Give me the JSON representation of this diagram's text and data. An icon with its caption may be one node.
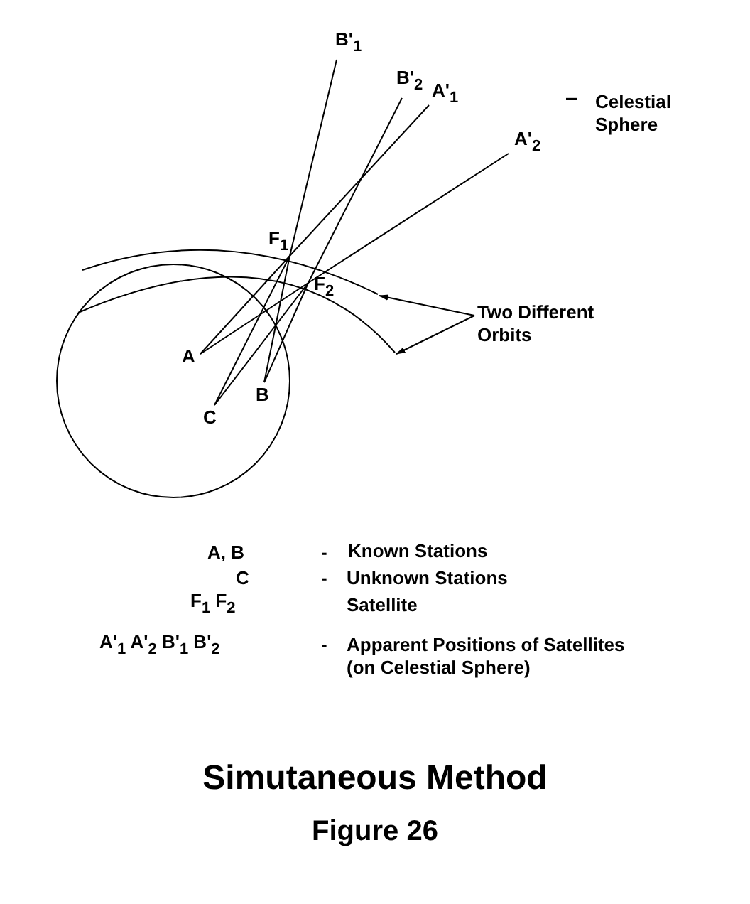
{
  "diagram": {
    "title": "Simutaneous Method",
    "caption": "Figure 26",
    "nodes": [
      {
        "text": [
          "B'$_{1}$"
        ]
      },
      {
        "text": [
          "B'$_{2}$"
        ]
      },
      {
        "text": [
          "A'$_{1}$"
        ]
      },
      {
        "text": [
          "A'$_{2}$"
        ]
      },
      {
        "text": [
          "F$_{1}$"
        ]
      },
      {
        "text": [
          "F$_{2}$"
        ]
      },
      {
        "text": [
          "A"
        ]
      },
      {
        "text": [
          "B"
        ]
      },
      {
        "text": [
          "C"
        ]
      },
      {
        "text": [
          "Two Different Orbits"
        ]
      },
      {
        "text": [],
        "shape": "arc"
      },
      {
        "text": [],
        "shape": "arc"
      }
    ],
    "edges": [
      {
        "from": 6,
        "to": 4,
        "arrow": "none"
      },
      {
        "from": 4,
        "to": 2,
        "arrow": "none"
      },
      {
        "from": 6,
        "to": 5,
        "arrow": "none"
      },
      {
        "from": 5,
        "to": 3,
        "arrow": "none"
      },
      {
        "from": 7,
        "to": 4,
        "arrow": "none"
      },
      {
        "from": 4,
        "to": 0,
        "arrow": "none"
      },
      {
        "from": 7,
        "to": 5,
        "arrow": "none"
      },
      {
        "from": 5,
        "to": 1,
        "arrow": "none"
      },
      {
        "from": 8,
        "to": 4,
        "arrow": "none"
      },
      {
        "from": 8,
        "to": 5,
        "arrow": "none"
      },
      {
        "from": 9,
        "to": 10,
        "arrow": "to"
      },
      {
        "from": 9,
        "to": 11,
        "arrow": "to"
      }
    ],
    "labels": [
      "–",
      "Celestial Sphere",
      "A, B",
      "-",
      "Known Stations",
      "C",
      "-",
      "Unknown Stations",
      "F$_{1}$  F$_{2}$",
      "Satellite",
      "A'$_{1}$ A'$_{2}$  B'$_{1}$ B'$_{2}$",
      "-",
      "Apparent Positions of Satellites (on Celestial Sphere)"
    ]
  }
}
